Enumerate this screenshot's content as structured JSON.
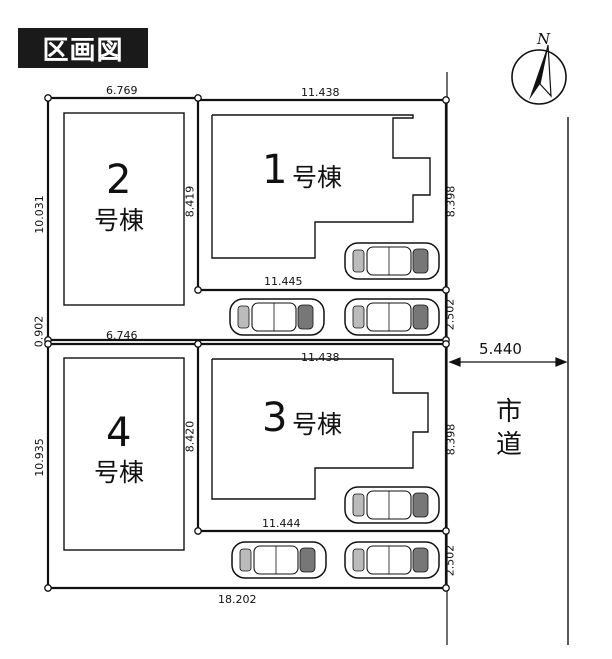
{
  "title": "区画図",
  "north": "N",
  "road": {
    "line1": "市",
    "line2": "道",
    "width": "5.440"
  },
  "lots": [
    {
      "number": "1",
      "suffix": "号棟"
    },
    {
      "number": "2",
      "suffix": "号棟"
    },
    {
      "number": "3",
      "suffix": "号棟"
    },
    {
      "number": "4",
      "suffix": "号棟"
    }
  ],
  "dimensions": {
    "top_left": "6.769",
    "top_right": "11.438",
    "left_upper": "10.031",
    "lot2_right": "8.419",
    "lot1_right": "8.398",
    "mid_upper": "11.445",
    "parking_upper": "2.502",
    "gap_left": "0.902",
    "mid_left": "6.746",
    "lot3_top": "11.438",
    "left_lower": "10.935",
    "lot4_right": "8.420",
    "lot3_right": "8.398",
    "mid_lower": "11.444",
    "parking_lower": "2.502",
    "bottom": "18.202"
  }
}
